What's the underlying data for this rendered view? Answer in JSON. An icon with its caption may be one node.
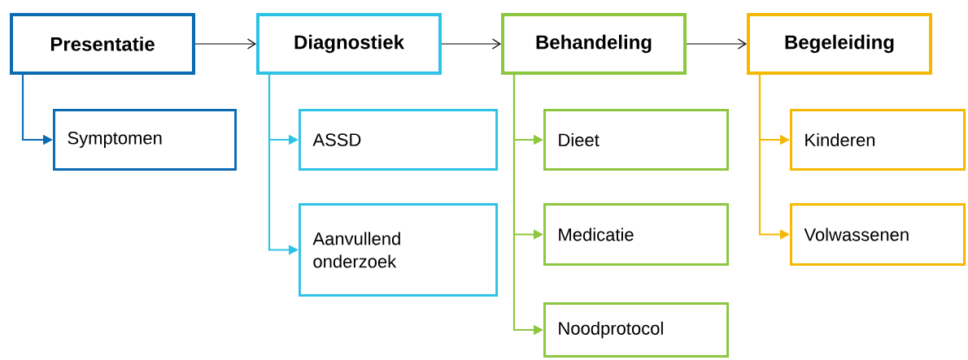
{
  "diagram": {
    "nodes": [
      {
        "text": [
          "Presentatie"
        ]
      },
      {
        "text": [
          "Symptomen"
        ]
      },
      {
        "text": [
          "Diagnostiek"
        ]
      },
      {
        "text": [
          "ASSD"
        ]
      },
      {
        "text": [
          "Aanvullend onderzoek"
        ]
      },
      {
        "text": [
          "Behandeling"
        ]
      },
      {
        "text": [
          "Dieet"
        ]
      },
      {
        "text": [
          "Medicatie"
        ]
      },
      {
        "text": [
          "Noodprotocol"
        ]
      },
      {
        "text": [
          "Begeleiding"
        ]
      },
      {
        "text": [
          "Kinderen"
        ]
      },
      {
        "text": [
          "Volwassenen"
        ]
      }
    ],
    "edges": [
      {
        "from": 0,
        "to": 2,
        "arrow": "to"
      },
      {
        "from": 2,
        "to": 5,
        "arrow": "to"
      },
      {
        "from": 5,
        "to": 9,
        "arrow": "to"
      },
      {
        "from": 0,
        "to": 1,
        "arrow": "to",
        "color": "#0a6ab2"
      },
      {
        "from": 2,
        "to": 3,
        "arrow": "to",
        "color": "#2ec3e6"
      },
      {
        "from": 2,
        "to": 4,
        "arrow": "to",
        "color": "#2ec3e6"
      },
      {
        "from": 5,
        "to": 6,
        "arrow": "to",
        "color": "#8dc63f"
      },
      {
        "from": 5,
        "to": 7,
        "arrow": "to",
        "color": "#8dc63f"
      },
      {
        "from": 5,
        "to": 8,
        "arrow": "to",
        "color": "#8dc63f"
      },
      {
        "from": 9,
        "to": 10,
        "arrow": "to",
        "color": "#f5b800"
      },
      {
        "from": 9,
        "to": 11,
        "arrow": "to",
        "color": "#f5b800"
      }
    ]
  }
}
